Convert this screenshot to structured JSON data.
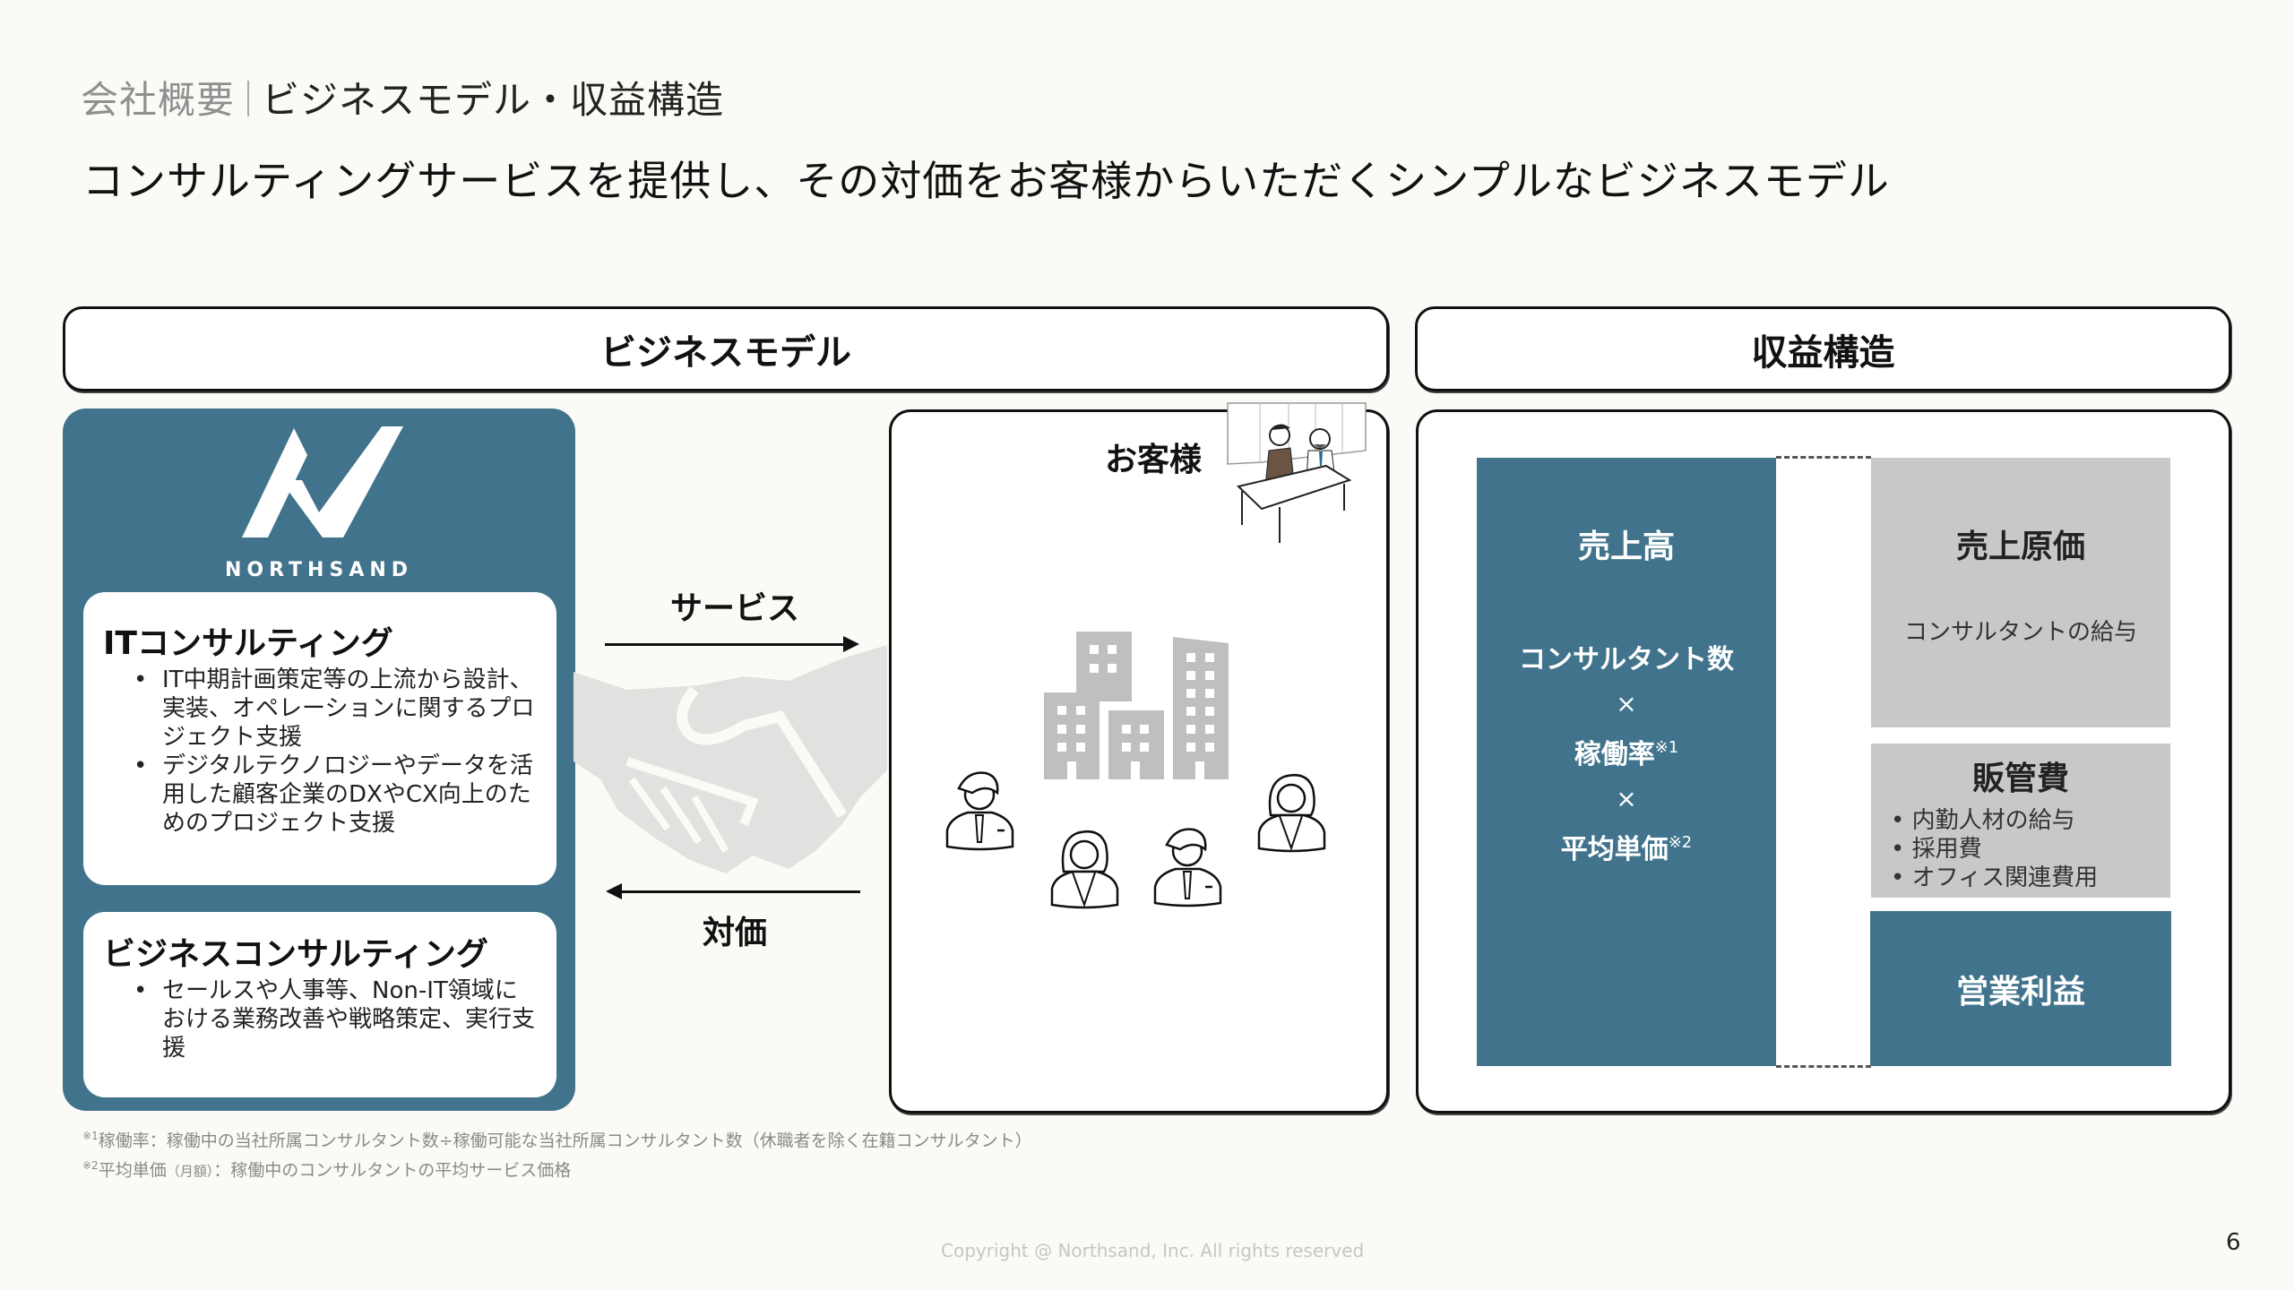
{
  "header": {
    "section": "会社概要",
    "page_title": "ビジネスモデル・収益構造",
    "subtitle": "コンサルティングサービスを提供し、その対価をお客様からいただくシンプルなビジネスモデル"
  },
  "business_model": {
    "heading": "ビジネスモデル",
    "company": {
      "logo_text": "NORTHSAND",
      "services": [
        {
          "title": "ITコンサルティング",
          "bullets": [
            "IT中期計画策定等の上流から設計、実装、オペレーションに関するプロジェクト支援",
            "デジタルテクノロジーやデータを活用した顧客企業のDXやCX向上のためのプロジェクト支援"
          ]
        },
        {
          "title": "ビジネスコンサルティング",
          "bullets": [
            "セールスや人事等、Non-IT領域における業務改善や戦略策定、実行支援"
          ]
        }
      ]
    },
    "flow": {
      "service_label": "サービス",
      "price_label": "対価"
    },
    "customer": {
      "title": "お客様"
    }
  },
  "revenue_structure": {
    "heading": "収益構造",
    "sales": {
      "title": "売上高",
      "formula": [
        "コンサルタント数",
        "×",
        "稼働率",
        "×",
        "平均単価"
      ],
      "note_marks": [
        "※1",
        "※2"
      ]
    },
    "cogs": {
      "title": "売上原価",
      "description": "コンサルタントの給与"
    },
    "sga": {
      "title": "販管費",
      "items": [
        "内勤人材の給与",
        "採用費",
        "オフィス関連費用"
      ]
    },
    "operating_profit": {
      "title": "営業利益"
    }
  },
  "footnotes": [
    {
      "mark": "※1",
      "label": "稼働率",
      "text": "：稼働中の当社所属コンサルタント数÷稼働可能な当社所属コンサルタント数（休職者を除く在籍コンサルタント）"
    },
    {
      "mark": "※2",
      "label": "平均単価",
      "qualifier": "（月額）",
      "text": "：稼働中のコンサルタントの平均サービス価格"
    }
  ],
  "footer": {
    "copyright": "Copyright @ Northsand, Inc. All rights reserved",
    "page_number": "6"
  },
  "colors": {
    "brand_teal": "#41748c",
    "cost_gray": "#c8c8c8",
    "background": "#fcfaf6"
  }
}
